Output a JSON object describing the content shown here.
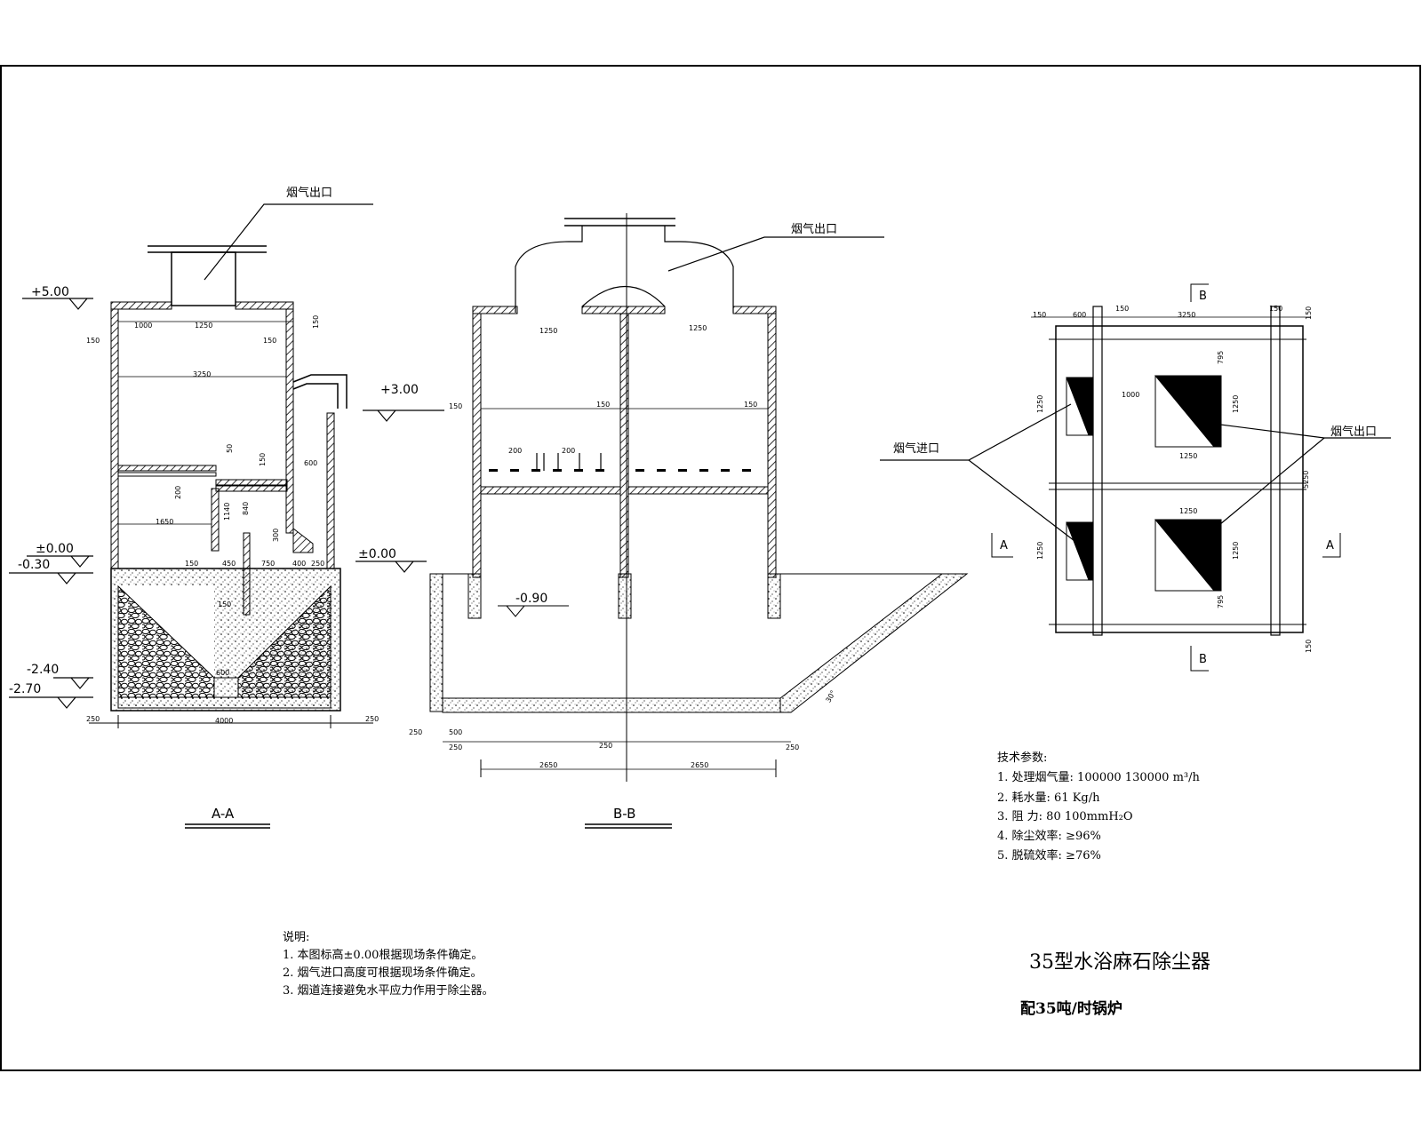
{
  "labels": {
    "flue_outlet": "烟气出口",
    "flue_inlet": "烟气进口"
  },
  "section_aa": {
    "title": "A-A",
    "elevations": [
      "+5.00",
      "+3.00",
      "±0.00",
      "-0.30",
      "±0.00",
      "-2.40",
      "-2.70"
    ],
    "dims": [
      "1000",
      "1250",
      "150",
      "150",
      "150",
      "3250",
      "50",
      "150",
      "600",
      "200",
      "1650",
      "1140",
      "840",
      "300",
      "150",
      "450",
      "750",
      "400",
      "250",
      "150",
      "600",
      "250",
      "4000",
      "250"
    ]
  },
  "section_bb": {
    "title": "B-B",
    "elevations": [
      "-0.90"
    ],
    "dims": [
      "1250",
      "1250",
      "150",
      "150",
      "150",
      "200",
      "200",
      "250",
      "500",
      "250",
      "250",
      "2650",
      "2650",
      "250",
      "30°"
    ]
  },
  "plan": {
    "markers": [
      "B",
      "B",
      "A",
      "A"
    ],
    "dims": [
      "150",
      "600",
      "150",
      "3250",
      "150",
      "150",
      "1250",
      "1000",
      "795",
      "1250",
      "1250",
      "5250",
      "1250",
      "1250",
      "795",
      "1250",
      "150"
    ]
  },
  "tech": {
    "heading": "技术参数:",
    "lines": [
      "1. 处理烟气量:      100000  130000  m³/h",
      "2. 耗水量:           61 Kg/h",
      "3. 阻    力:          80  100mmH₂O",
      " 4. 除尘效率:        ≥96%",
      "5. 脱硫效率:        ≥76%"
    ]
  },
  "notes": {
    "heading": "说明:",
    "lines": [
      "1. 本图标高±0.00根据现场条件确定。",
      "2. 烟气进口高度可根据现场条件确定。",
      "3. 烟道连接避免水平应力作用于除尘器。"
    ]
  },
  "title_block": {
    "title": "35型水浴麻石除尘器",
    "subtitle": "配35吨/时锅炉"
  }
}
